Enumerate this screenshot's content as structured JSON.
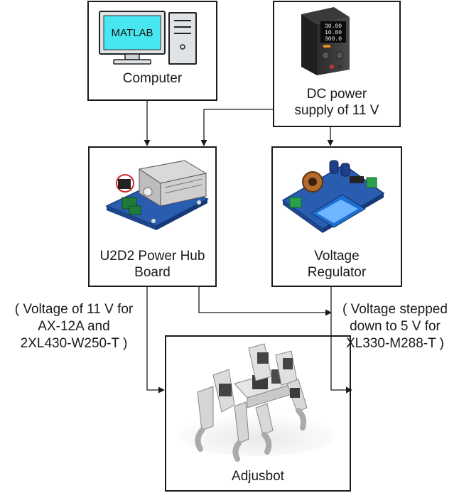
{
  "boxes": {
    "computer": {
      "label": "Computer",
      "screen_text": "MATLAB"
    },
    "dc_supply": {
      "label_line1": "DC power",
      "label_line2": "supply of 11 V",
      "display": [
        "30.00",
        "10.00",
        "300.0"
      ]
    },
    "u2d2": {
      "label_line1": "U2D2 Power Hub",
      "label_line2": "Board"
    },
    "regulator": {
      "label_line1": "Voltage",
      "label_line2": "Regulator"
    },
    "robot": {
      "label": "Adjusbot"
    }
  },
  "notes": {
    "left": [
      "( Voltage of 11 V for",
      "AX-12A and",
      "2XL430-W250-T )"
    ],
    "right": [
      "( Voltage stepped",
      "down to 5 V for",
      "XL330-M288-T )"
    ]
  },
  "colors": {
    "stroke": "#1a1a1a",
    "matlab_screen": "#48e6f0",
    "pcb_blue": "#2a5db0",
    "lcd_blue": "#1f6fd1"
  }
}
